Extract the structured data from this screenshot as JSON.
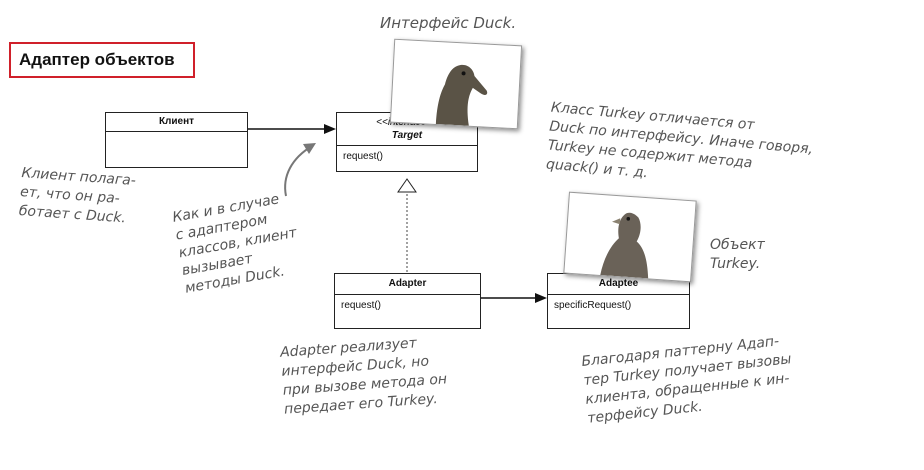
{
  "title": "Адаптер объектов",
  "classes": {
    "client": {
      "name": "Клиент"
    },
    "target": {
      "stereotype": "<<interface>>",
      "name": "Target",
      "method": "request()"
    },
    "adapter": {
      "name": "Adapter",
      "method": "request()"
    },
    "adaptee": {
      "name": "Adaptee",
      "method": "specificRequest()"
    }
  },
  "notes": {
    "duck_interface": "Интерфейс Duck.",
    "client": [
      "Клиент полага-",
      "ет, что он ра-",
      "ботает с Duck."
    ],
    "as_class_adapter": [
      "Как и в случае",
      "с адаптером",
      "классов, клиент",
      "вызывает",
      "методы Duck."
    ],
    "turkey_class": [
      "Класс Turkey отличается от",
      "Duck по интерфейсу. Иначе говоря,",
      "Turkey не содержит метода",
      "quack() и т. д."
    ],
    "turkey_object": [
      "Объект",
      "Turkey."
    ],
    "adapter_impl": [
      "Adapter реализует",
      "интерфейс Duck, но",
      "при вызове метода он",
      "передает его Turkey."
    ],
    "pattern": [
      "Благодаря паттерну Адап-",
      "тер Turkey получает вызовы",
      "клиента, обращенные к ин-",
      "терфейсу Duck."
    ]
  }
}
